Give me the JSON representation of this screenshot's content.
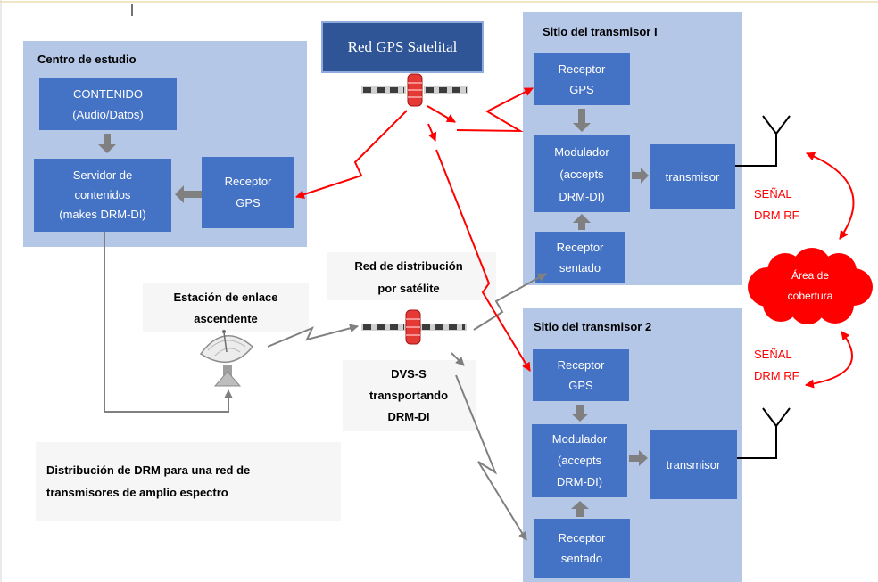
{
  "caption": {
    "line1": "Distribución de DRM para una red de",
    "line2": "transmisores de amplio espectro"
  },
  "studio": {
    "title": "Centro de estudio",
    "content": {
      "line1": "CONTENIDO",
      "line2": "(Audio/Datos)"
    },
    "server": {
      "line1": "Servidor de",
      "line2": "contenidos",
      "line3": "(makes DRM-DI)"
    },
    "gps_receiver": {
      "line1": "Receptor",
      "line2": "GPS"
    }
  },
  "gps_network": {
    "label": "Red GPS Satelital"
  },
  "uplink_station": {
    "line1": "Estación de enlace",
    "line2": "ascendente"
  },
  "satellite_distribution": {
    "line1": "Red de distribución",
    "line2": "por satélite"
  },
  "dvbs_label": {
    "line1": "DVS-S",
    "line2": "transportando",
    "line3": "DRM-DI"
  },
  "sites": [
    {
      "title": "Sitio del transmisor I",
      "gps_receiver": {
        "line1": "Receptor",
        "line2": "GPS"
      },
      "modulator": {
        "line1": "Modulador",
        "line2": "(accepts",
        "line3": "DRM-DI)"
      },
      "transmitter": "transmisor",
      "sat_receiver": {
        "line1": "Receptor",
        "line2": "sentado"
      },
      "signal": {
        "line1": "SEÑAL",
        "line2": "DRM RF"
      }
    },
    {
      "title": "Sitio del transmisor 2",
      "gps_receiver": {
        "line1": "Receptor",
        "line2": "GPS"
      },
      "modulator": {
        "line1": "Modulador",
        "line2": "(accepts",
        "line3": "DRM-DI)"
      },
      "transmitter": "transmisor",
      "sat_receiver": {
        "line1": "Receptor",
        "line2": "sentado"
      },
      "signal": {
        "line1": "SEÑAL",
        "line2": "DRM RF"
      }
    }
  ],
  "coverage": {
    "line1": "Área de",
    "line2": "cobertura"
  },
  "icons": [
    "satellite-icon",
    "satellite-dish-icon",
    "antenna-icon",
    "cloud-shape"
  ],
  "colors": {
    "panel": "#b4c7e7",
    "box": "#4472c4",
    "gps_network_box": "#2f5597",
    "rf_link": "#ff0000",
    "distribution_link": "#808080",
    "antenna": "#000000"
  }
}
